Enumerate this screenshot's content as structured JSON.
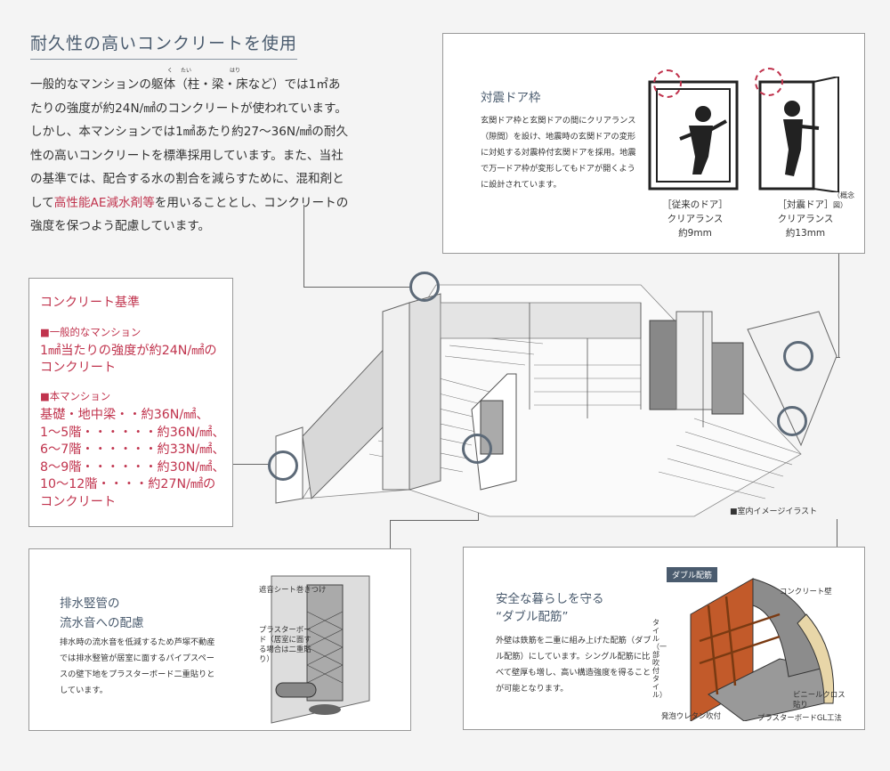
{
  "title": "耐久性の高いコンクリートを使用",
  "intro": {
    "text_a": "一般的なマンションの躯体（柱・梁・床など）では1㎡あたりの強度が約24N/㎟のコンクリートが使われています。しかし、本マンションでは1㎟あたり約27〜36N/㎟の耐久性の高いコンクリートを標準採用しています。また、当社の基準では、配合する水の割合を減らすために、混和剤として",
    "highlight": "高性能AE減水剤等",
    "text_b": "を用いることとし、コンクリートの強度を保つよう配慮しています。",
    "ruby_ku": "く",
    "ruby_tai": "たい",
    "ruby_hari": "はり"
  },
  "concrete_box": {
    "title": "コンクリート基準",
    "general_heading": "■一般的なマンション",
    "general_value": "1㎟当たりの強度が約24N/㎟のコンクリート",
    "this_heading": "■本マンション",
    "this_lines": [
      "基礎・地中梁・・約36N/㎟、",
      "1〜5階・・・・・・約36N/㎟、",
      "6〜7階・・・・・・約33N/㎟、",
      "8〜9階・・・・・・約30N/㎟、",
      "10〜12階・・・・約27N/㎟の",
      "コンクリート"
    ]
  },
  "door_box": {
    "title": "対震ドア枠",
    "text": "玄関ドア枠と玄関ドアの間にクリアランス（隙間）を設け、地震時の玄関ドアの変形に対処する対震枠付玄関ドアを採用。地震で万一ドア枠が変形してもドアが開くように設計されています。",
    "note": "（概念図）",
    "left_caption": [
      "［従来のドア］",
      "クリアランス",
      "約9mm"
    ],
    "right_caption": [
      "［対震ドア］",
      "クリアランス",
      "約13mm"
    ]
  },
  "illustration_caption": "■室内イメージイラスト",
  "drain_box": {
    "title_1": "排水竪管の",
    "title_2": "流水音への配慮",
    "text": "排水時の流水音を低減するため芦塚不動産では排水竪管が居室に面するパイプスペースの壁下地をプラスターボード二重貼りとしています。",
    "label_1": "遮音シート巻きつけ",
    "label_2": "プラスターボード（居室に面する場合は二重貼り）"
  },
  "rebar_box": {
    "title_1": "安全な暮らしを守る",
    "title_2": "“ダブル配筋”",
    "text": "外壁は鉄筋を二重に組み上げた配筋（ダブル配筋）にしています。シングル配筋に比べて壁厚も増し、高い構造強度を得ることが可能となります。",
    "badge": "ダブル配筋",
    "label_concrete": "コンクリート壁",
    "label_tile": "タイル（一部吹付タイル）",
    "label_vinyl": "ビニールクロス貼り",
    "label_urethane": "発泡ウレタン吹付",
    "label_gl": "プラスターボードGL工法"
  },
  "colors": {
    "accent_red": "#c0334d",
    "title_slate": "#4a5b6e",
    "circle_gray": "#5d6a78"
  }
}
